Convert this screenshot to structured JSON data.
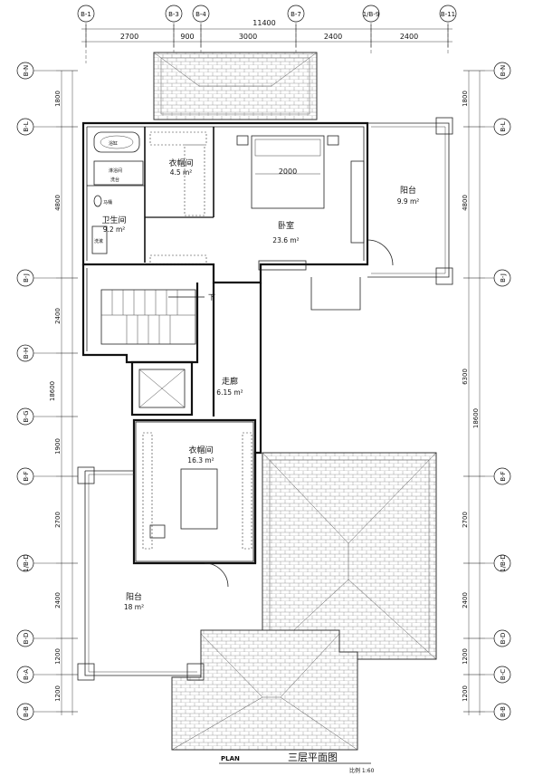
{
  "top_axes": [
    "B-1",
    "B-3",
    "B-4",
    "B-7",
    "1/B-9",
    "B-11"
  ],
  "top_total": "11400",
  "top_dims": [
    "2700",
    "900",
    "3000",
    "2400",
    "2400"
  ],
  "left_axes": [
    "B-N",
    "B-L",
    "B-J",
    "B-H",
    "B-G",
    "B-F",
    "1/B-D",
    "B-D",
    "B-A",
    "B-B"
  ],
  "right_axes": [
    "B-N",
    "B-L",
    "B-J",
    "B-F",
    "1/B-D",
    "B-D",
    "B-C",
    "B-B"
  ],
  "left_dims": [
    "1800",
    "4800",
    "2400",
    "18600",
    "1900",
    "2700",
    "2400",
    "1200",
    "1200"
  ],
  "right_dims": [
    "1800",
    "4800",
    "6300",
    "18600",
    "2700",
    "2400",
    "1200",
    "1200"
  ],
  "rooms": {
    "closet_small": {
      "name": "衣帽间",
      "area": "4.5 m²"
    },
    "bathroom": {
      "name": "卫生间",
      "area": "9.2 m²"
    },
    "bedroom": {
      "name": "卧室",
      "area": "23.6 m²"
    },
    "bed_dim": "2000",
    "balcony_east": {
      "name": "阳台",
      "area": "9.9 m²"
    },
    "corridor": {
      "name": "走廊",
      "area": "6.15 m²"
    },
    "closet_large": {
      "name": "衣帽间",
      "area": "16.3 m²"
    },
    "balcony_west": {
      "name": "阳台",
      "area": "18 m²"
    },
    "stair_down": "下"
  },
  "fixtures": {
    "bath": "浴缸",
    "shower": "淋浴间",
    "sink": "洗台",
    "toilet": "马桶",
    "vanity": "洗漱"
  },
  "footer": {
    "plan_label": "PLAN",
    "title": "三层平面图",
    "scale": "比例  1:60"
  }
}
